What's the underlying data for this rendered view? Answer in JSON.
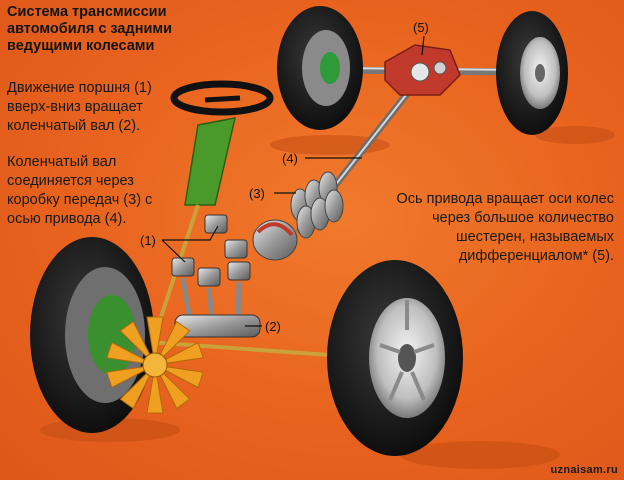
{
  "title": "Система трансмиссии автомобиля с задними ведущими колесами",
  "paragraphs": {
    "piston": "Движение поршня (1) вверх-вниз вращает коленчатый вал (2).",
    "crankshaft": "Коленчатый вал соединяется через коробку передач (3) с осью привода (4).",
    "axle": "Ось привода вращает оси колес через большое количество шестерен, называемых дифференциалом* (5)."
  },
  "callouts": {
    "pistons": "(1)",
    "crankshaft": "(2)",
    "gearbox": "(3)",
    "driveshaft": "(4)",
    "differential": "(5)"
  },
  "watermark": "uznaisam.ru",
  "colors": {
    "background": "#e8611d",
    "tire": "#1c1c1c",
    "rim": "#c9c9c9",
    "steering_column": "#4a9a2a",
    "differential": "#c0392b",
    "fan": "#f0a020"
  }
}
